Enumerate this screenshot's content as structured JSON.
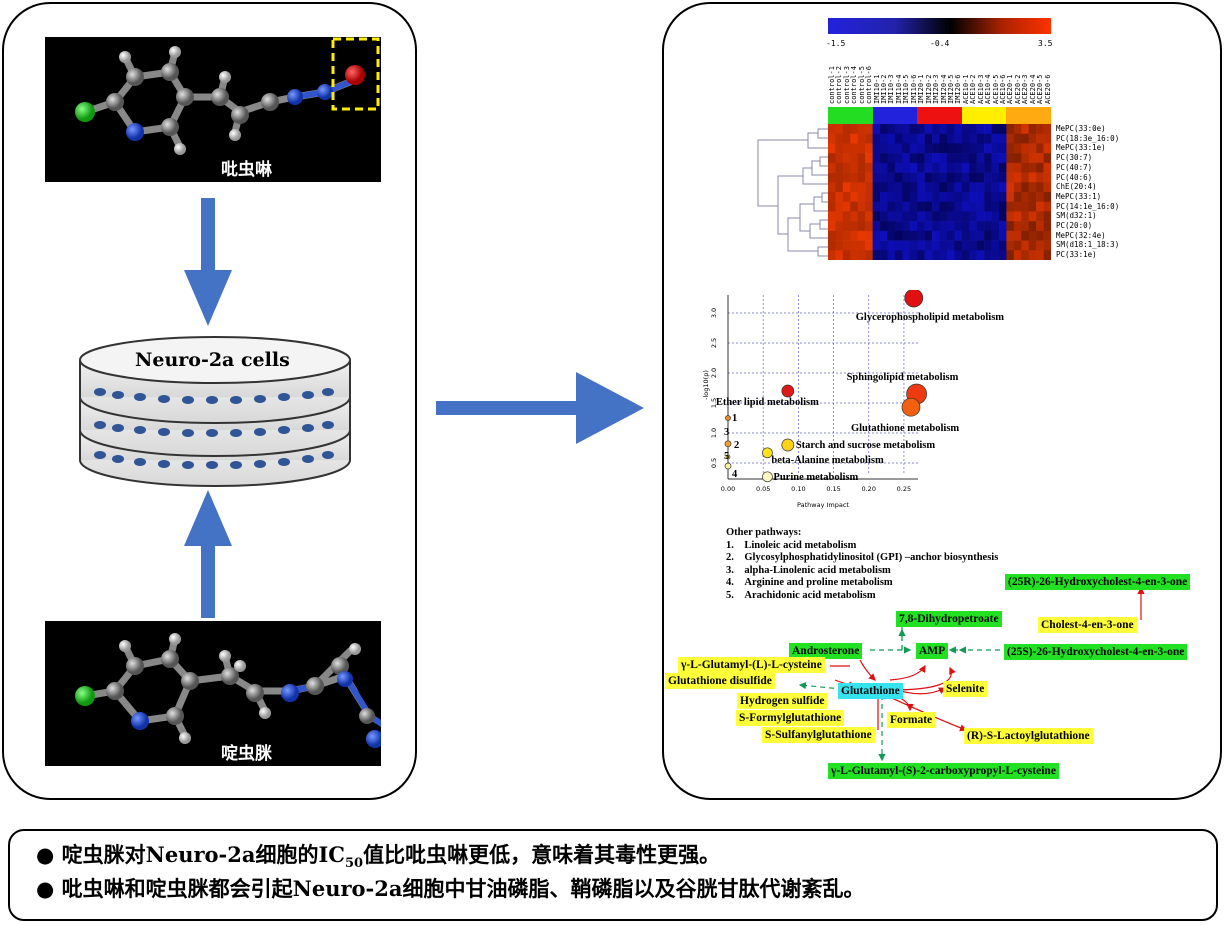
{
  "left_panel": {
    "molecule_top_label": "吡虫啉",
    "molecule_bottom_label": "啶虫脒",
    "cells_label": "Neuro-2a cells"
  },
  "heatmap": {
    "scale_ticks": [
      "-1.5",
      "-0.4",
      "3.5"
    ],
    "column_labels": [
      "control-1",
      "control-2",
      "control-3",
      "control-4",
      "control-5",
      "control-6",
      "IMI10-1",
      "IMI10-2",
      "IMI10-3",
      "IMI10-4",
      "IMI10-5",
      "IMI10-6",
      "IMI20-1",
      "IMI20-2",
      "IMI20-3",
      "IMI20-4",
      "IMI20-5",
      "IMI20-6",
      "ACE10-1",
      "ACE10-2",
      "ACE10-3",
      "ACE10-4",
      "ACE10-5",
      "ACE10-6",
      "ACE20-1",
      "ACE20-2",
      "ACE20-3",
      "ACE20-4",
      "ACE20-5",
      "ACE20-6"
    ],
    "group_colors": [
      "#22dd22",
      "#2222dd",
      "#ee1111",
      "#ffee00",
      "#ffaa11"
    ],
    "row_labels": [
      "MePC(33:0e)",
      "PC(18:3e_16:0)",
      "MePC(33:1e)",
      "PC(30:7)",
      "PC(40:7)",
      "PC(40:6)",
      "ChE(20:4)",
      "MePC(33:1)",
      "PC(14:1e_16:0)",
      "SM(d32:1)",
      "PC(20:0)",
      "MePC(32:4e)",
      "SM(d18:1_18:3)",
      "PC(33:1e)"
    ]
  },
  "chart_data": {
    "type": "scatter",
    "title": "",
    "xlabel": "Pathway Impact",
    "ylabel": "-log10(p)",
    "xlim": [
      0,
      0.27
    ],
    "ylim": [
      0.3,
      3.3
    ],
    "xticks": [
      "0.00",
      "0.05",
      "0.10",
      "0.15",
      "0.20",
      "0.25"
    ],
    "yticks": [
      "0.5",
      "1.0",
      "1.5",
      "2.0",
      "2.5",
      "3.0"
    ],
    "points": [
      {
        "name": "Glycerophospholipid metabolism",
        "x": 0.264,
        "y": 3.25,
        "r": 9,
        "color": "#e01010"
      },
      {
        "name": "Sphingolipid metabolism",
        "x": 0.268,
        "y": 1.65,
        "r": 10,
        "color": "#ee3a10"
      },
      {
        "name": "Glutathione metabolism",
        "x": 0.26,
        "y": 1.43,
        "r": 9,
        "color": "#f06010"
      },
      {
        "name": "Ether lipid metabolism",
        "x": 0.085,
        "y": 1.7,
        "r": 6,
        "color": "#e01818"
      },
      {
        "name": "Starch and sucrose metabolism",
        "x": 0.085,
        "y": 0.8,
        "r": 6,
        "color": "#ffd21a"
      },
      {
        "name": "beta-Alanine metabolism",
        "x": 0.056,
        "y": 0.67,
        "r": 5,
        "color": "#ffe11a"
      },
      {
        "name": "Purine metabolism",
        "x": 0.056,
        "y": 0.27,
        "r": 5,
        "color": "#fff7c0"
      },
      {
        "name": "1",
        "x": 0.0,
        "y": 1.25,
        "r": 2.5,
        "color": "#ee8a20"
      },
      {
        "name": "2",
        "x": 0.0,
        "y": 0.82,
        "r": 3,
        "color": "#f7a030"
      },
      {
        "name": "3",
        "x": 0.0,
        "y": 1.02,
        "r": 0,
        "color": "#f7b040"
      },
      {
        "name": "5",
        "x": 0.0,
        "y": 0.6,
        "r": 2,
        "color": "#ffe040"
      },
      {
        "name": "4",
        "x": 0.0,
        "y": 0.45,
        "r": 3,
        "color": "#fff0a0"
      }
    ]
  },
  "other_pathways": {
    "title": "Other pathways:",
    "items": [
      "1.    Linoleic acid metabolism",
      "2.    Glycosylphosphatidylinositol (GPI) –anchor biosynthesis",
      "3.    alpha-Linolenic acid metabolism",
      "4.    Arginine and proline metabolism",
      "5.    Arachidonic acid metabolism"
    ]
  },
  "network": {
    "n1": "(25R)-26-Hydroxycholest-4-en-3-one",
    "n2": "7,8-Dihydropetroate",
    "n3": "Cholest-4-en-3-one",
    "n4": "Androsterone",
    "n5": "AMP",
    "n6": "(25S)-26-Hydroxycholest-4-en-3-one",
    "n7": "γ-L-Glutamyl-(L)-L-cysteine",
    "n8": "Glutathione disulfide",
    "n9": "Glutathione",
    "n10": "Selenite",
    "n11": "Hydrogen sulfide",
    "n12": "S-Formylglutathione",
    "n13": "Formate",
    "n14": "S-Sulfanylglutathione",
    "n15": "(R)-S-Lactoylglutathione",
    "n16": "γ-L-Glutamyl-(S)-2-carboxypropyl-L-cysteine"
  },
  "bottom": {
    "line1_a": "● 啶虫脒对Neuro-2a细胞的IC",
    "line1_sub": "50",
    "line1_b": "值比吡虫啉更低，意味着其毒性更强。",
    "line2": "● 吡虫啉和啶虫脒都会引起Neuro-2a细胞中甘油磷脂、鞘磷脂以及谷胱甘肽代谢紊乱。"
  }
}
